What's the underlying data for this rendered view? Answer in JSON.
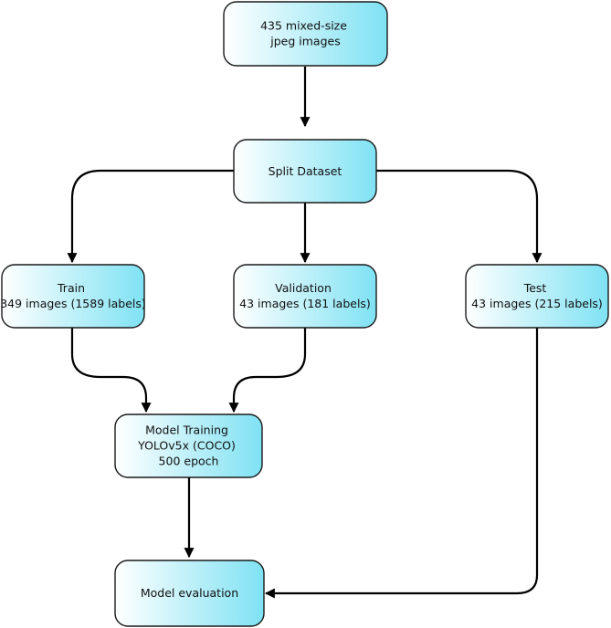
{
  "colors": {
    "box_fill_start": "#ffffff",
    "box_fill_end": "#7fe2f3",
    "box_stroke": "#1a1a1a",
    "arrow": "#000000"
  },
  "nodes": {
    "source": {
      "lines": [
        "435 mixed-size",
        "jpeg images"
      ]
    },
    "split": {
      "lines": [
        "Split Dataset"
      ]
    },
    "train": {
      "lines": [
        "Train",
        "349 images (1589 labels)"
      ]
    },
    "validation": {
      "lines": [
        "Validation",
        "43 images (181 labels)"
      ]
    },
    "test": {
      "lines": [
        "Test",
        "43 images (215 labels)"
      ]
    },
    "training": {
      "lines": [
        "Model Training",
        "YOLOv5x (COCO)",
        "500 epoch"
      ]
    },
    "evaluation": {
      "lines": [
        "Model evaluation"
      ]
    }
  },
  "edges": [
    {
      "from": "source",
      "to": "split"
    },
    {
      "from": "split",
      "to": "train"
    },
    {
      "from": "split",
      "to": "validation"
    },
    {
      "from": "split",
      "to": "test"
    },
    {
      "from": "train",
      "to": "training"
    },
    {
      "from": "validation",
      "to": "training"
    },
    {
      "from": "training",
      "to": "evaluation"
    },
    {
      "from": "test",
      "to": "evaluation"
    }
  ]
}
